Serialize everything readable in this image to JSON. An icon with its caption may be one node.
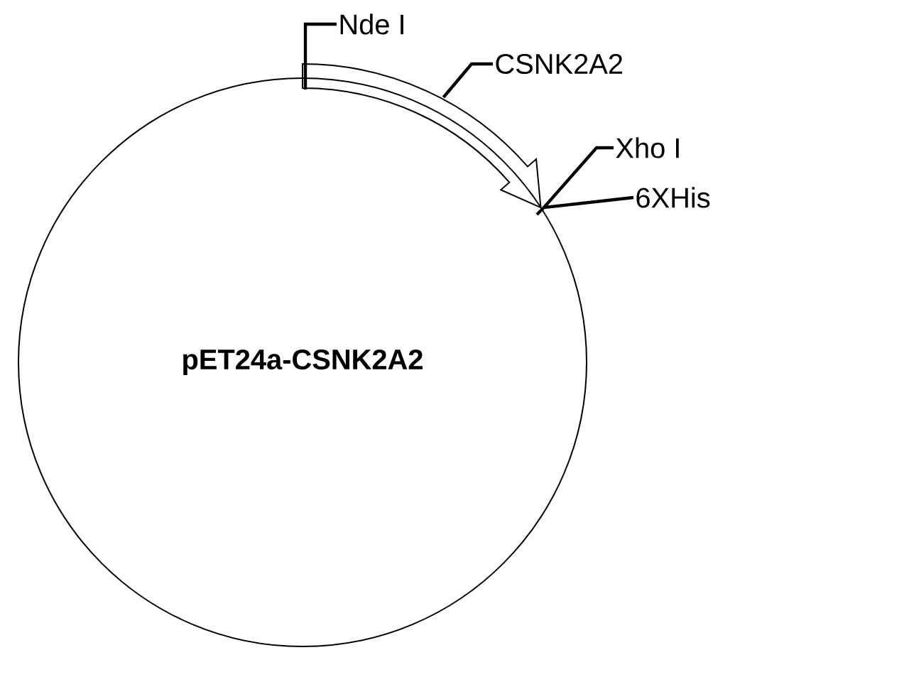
{
  "diagram": {
    "nodes": [
      {
        "text": [
          "pET24a-CSNK2A2"
        ]
      },
      {
        "text": [
          "Nde I"
        ]
      },
      {
        "text": [
          "CSNK2A2"
        ]
      },
      {
        "text": [
          "Xho I"
        ]
      },
      {
        "text": [
          "6XHis"
        ]
      },
      {
        "text": [],
        "shape": "arrow"
      }
    ],
    "edges": [
      {
        "from": 1,
        "to": 0,
        "arrow": "none"
      },
      {
        "from": 2,
        "to": 5,
        "arrow": "none"
      },
      {
        "from": 3,
        "to": 0,
        "arrow": "none"
      },
      {
        "from": 4,
        "to": 0,
        "arrow": "none"
      }
    ]
  }
}
